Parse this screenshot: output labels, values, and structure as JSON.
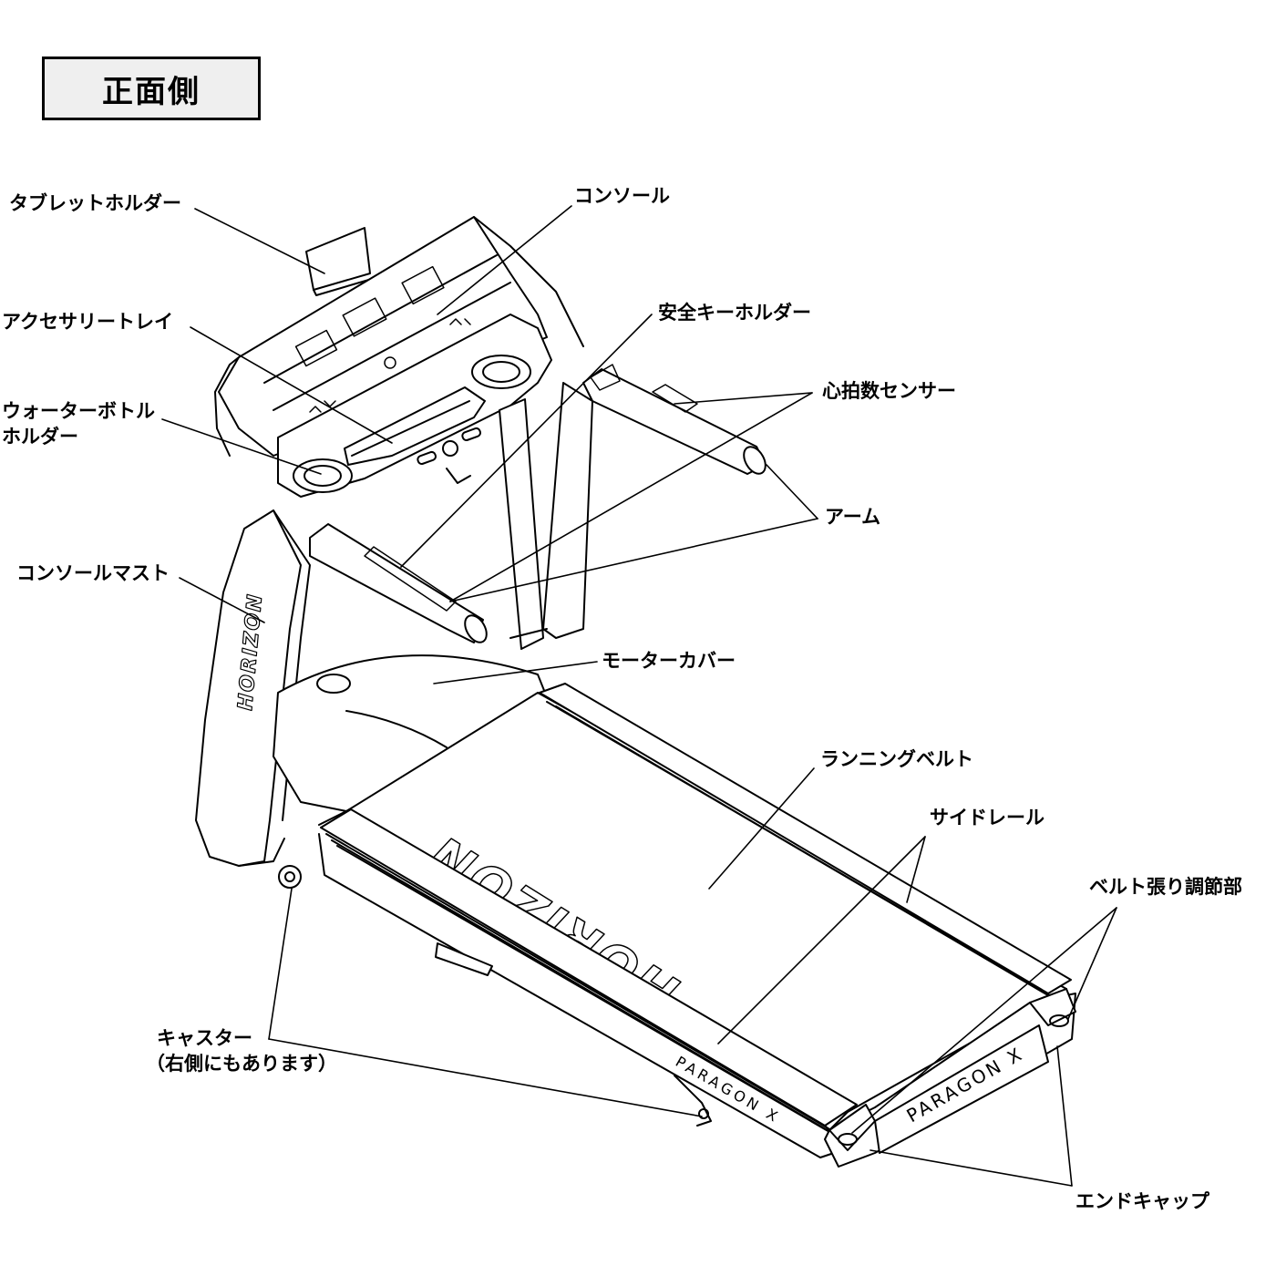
{
  "heading": "正面側",
  "labels": {
    "tablet_holder": "タブレットホルダー",
    "console": "コンソール",
    "accessory_tray": "アクセサリートレイ",
    "safety_key_holder": "安全キーホルダー",
    "heart_rate_sensor": "心拍数センサー",
    "water_bottle_holder_1": "ウォーターボトル",
    "water_bottle_holder_2": "ホルダー",
    "arm": "アーム",
    "console_mast": "コンソールマスト",
    "motor_cover": "モーターカバー",
    "running_belt": "ランニングベルト",
    "side_rail": "サイドレール",
    "belt_tension_adjuster": "ベルト張り調節部",
    "caster_1": "キャスター",
    "caster_2": "（右側にもあります）",
    "end_cap": "エンドキャップ"
  },
  "branding": {
    "mast_logo": "HORIZON",
    "deck_logo": "HORIZON",
    "rail_logo": "PARAGON X",
    "endcap_logo": "PARAGON X"
  },
  "colors": {
    "line": "#000000",
    "title_bg": "#efefef",
    "fill": "#ffffff"
  }
}
